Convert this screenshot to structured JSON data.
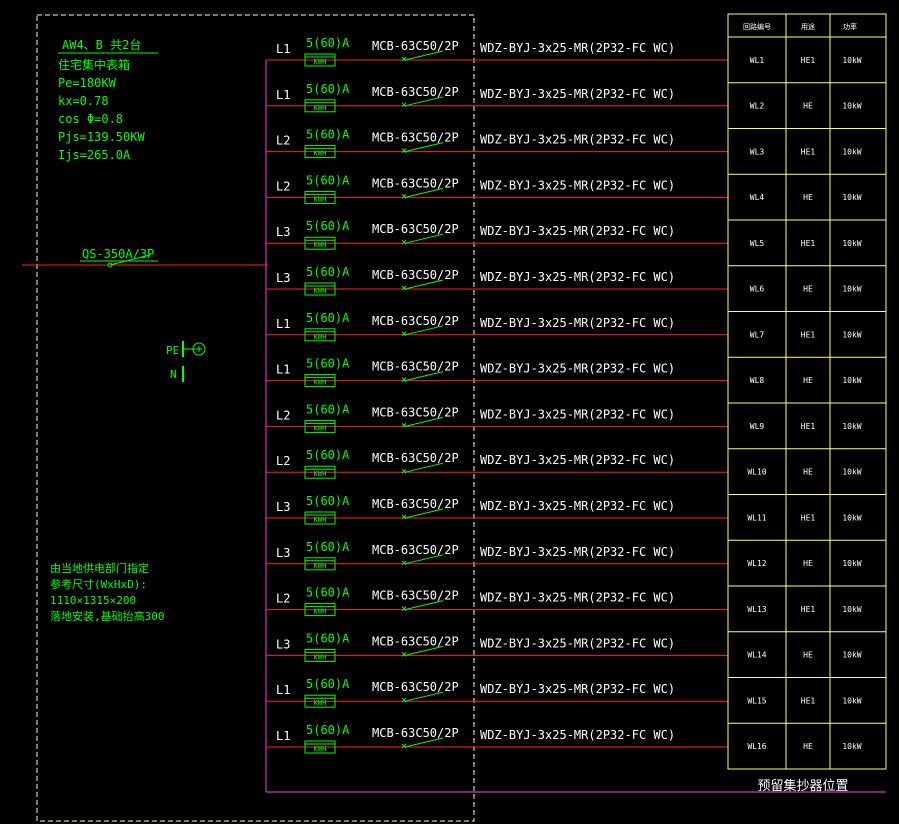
{
  "panel": {
    "title": "AW4、B 共2台",
    "lines": [
      "住宅集中表箱",
      "Pe=180KW",
      "kx=0.78",
      "cos Φ=0.8",
      "Pjs=139.50KW",
      "Ijs=265.0A"
    ],
    "note": [
      "由当地供电部门指定",
      "参考尺寸(WxHxD):",
      "1110×1315×200",
      "落地安装,基础抬高300"
    ]
  },
  "incomer": {
    "label": "QS-350A/3P"
  },
  "terminals": {
    "pe": "PE",
    "n": "N"
  },
  "circuit_common": {
    "meter": "5(60)A",
    "meter_tag": "KWH",
    "breaker": "MCB-63C50/2P",
    "cable": "WDZ-BYJ-3x25-MR(2P32-FC WC)"
  },
  "circuits": [
    {
      "phase": "L1",
      "id": "WL1",
      "use": "HE1",
      "power": "10kW"
    },
    {
      "phase": "L1",
      "id": "WL2",
      "use": "HE",
      "power": "10kW"
    },
    {
      "phase": "L2",
      "id": "WL3",
      "use": "HE1",
      "power": "10kW"
    },
    {
      "phase": "L2",
      "id": "WL4",
      "use": "HE",
      "power": "10kW"
    },
    {
      "phase": "L3",
      "id": "WL5",
      "use": "HE1",
      "power": "10kW"
    },
    {
      "phase": "L3",
      "id": "WL6",
      "use": "HE",
      "power": "10kW"
    },
    {
      "phase": "L1",
      "id": "WL7",
      "use": "HE1",
      "power": "10kW"
    },
    {
      "phase": "L1",
      "id": "WL8",
      "use": "HE",
      "power": "10kW"
    },
    {
      "phase": "L2",
      "id": "WL9",
      "use": "HE1",
      "power": "10kW"
    },
    {
      "phase": "L2",
      "id": "WL10",
      "use": "HE",
      "power": "10kW"
    },
    {
      "phase": "L3",
      "id": "WL11",
      "use": "HE1",
      "power": "10kW"
    },
    {
      "phase": "L3",
      "id": "WL12",
      "use": "HE",
      "power": "10kW"
    },
    {
      "phase": "L2",
      "id": "WL13",
      "use": "HE1",
      "power": "10kW"
    },
    {
      "phase": "L3",
      "id": "WL14",
      "use": "HE",
      "power": "10kW"
    },
    {
      "phase": "L1",
      "id": "WL15",
      "use": "HE1",
      "power": "10kW"
    },
    {
      "phase": "L1",
      "id": "WL16",
      "use": "HE",
      "power": "10kW"
    }
  ],
  "table": {
    "headers": [
      "回路编号",
      "用途",
      "功率"
    ],
    "footer": "预留集抄器位置"
  },
  "colors": {
    "background": "#000000",
    "green": "#00ff00",
    "yellow": "#ffff66",
    "white": "#ffffff",
    "red": "#ff2020",
    "magenta": "#cc33cc",
    "panel_border": "#ffff99"
  }
}
